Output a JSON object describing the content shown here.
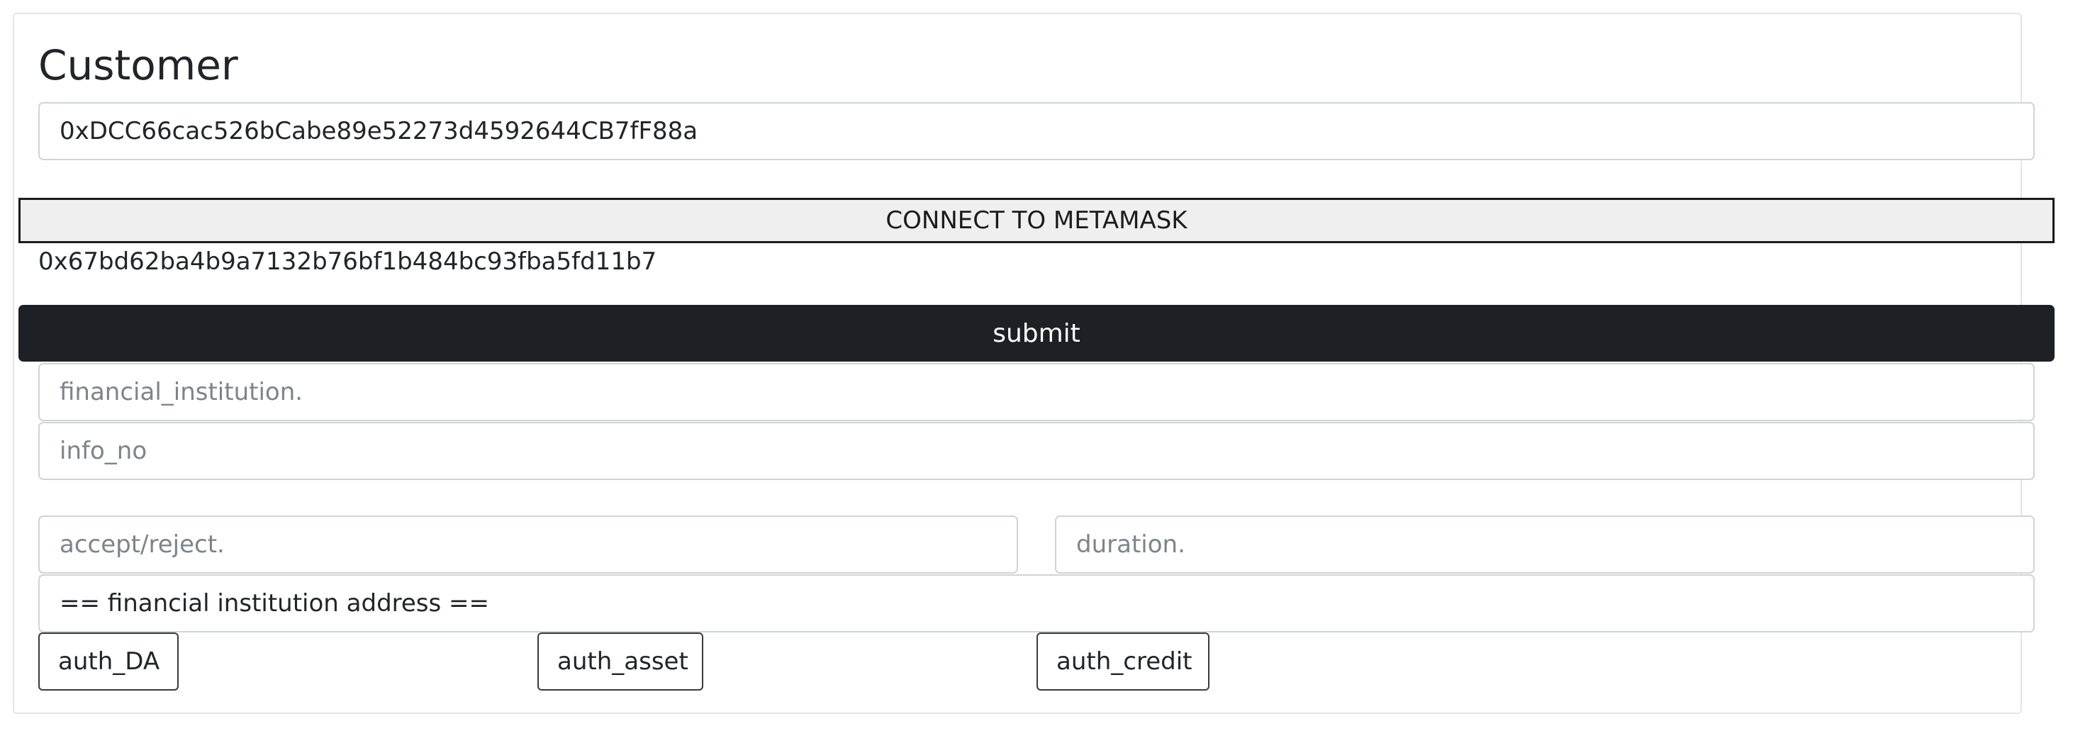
{
  "customer": {
    "title": "Customer",
    "address_value": "0xDCC66cac526bCabe89e52273d4592644CB7fF88a"
  },
  "metamask": {
    "connect_label": "CONNECT TO METAMASK",
    "account": "0x67bd62ba4b9a7132b76bf1b484bc93fba5fd11b7"
  },
  "form": {
    "submit_label": "submit",
    "financial_institution_placeholder": "financial_institution.",
    "info_no_placeholder": "info_no",
    "accept_reject_placeholder": "accept/reject.",
    "duration_placeholder": "duration.",
    "fi_address_selected": "== financial institution address =="
  },
  "auth": {
    "da_label": "auth_DA",
    "asset_label": "auth_asset",
    "credit_label": "auth_credit"
  }
}
